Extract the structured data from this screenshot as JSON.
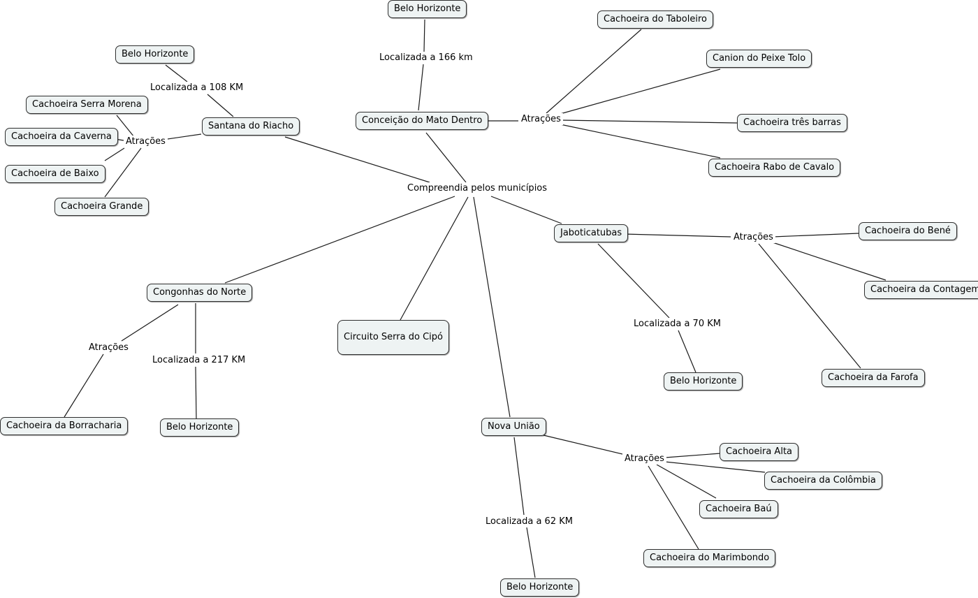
{
  "nodes": {
    "root": "Circuito Serra do Cipó",
    "santana": "Santana do Riacho",
    "santana_bh": "Belo Horizonte",
    "santana_a1": "Cachoeira Serra Morena",
    "santana_a2": "Cachoeira da Caverna",
    "santana_a3": "Cachoeira de Baixo",
    "santana_a4": "Cachoeira Grande",
    "conceicao": "Conceição do Mato Dentro",
    "conceicao_bh": "Belo Horizonte",
    "conceicao_a1": "Cachoeira do Taboleiro",
    "conceicao_a2": "Canion do Peixe Tolo",
    "conceicao_a3": "Cachoeira três barras",
    "conceicao_a4": "Cachoeira Rabo de Cavalo",
    "jaboticatubas": "Jaboticatubas",
    "jaboticatubas_bh": "Belo Horizonte",
    "jaboticatubas_a1": "Cachoeira do Bené",
    "jaboticatubas_a2": "Cachoeira da Contagem",
    "jaboticatubas_a3": "Cachoeira da Farofa",
    "congonhas": "Congonhas do Norte",
    "congonhas_bh": "Belo Horizonte",
    "congonhas_a1": "Cachoeira da Borracharia",
    "novauniao": "Nova União",
    "novauniao_bh": "Belo Horizonte",
    "novauniao_a1": "Cachoeira Alta",
    "novauniao_a2": "Cachoeira da Colômbia",
    "novauniao_a3": "Cachoeira Baú",
    "novauniao_a4": "Cachoeira do Marimbondo"
  },
  "links": {
    "root_link": "Compreendia pelos municípios",
    "santana_dist": "Localizada a 108 KM",
    "santana_attr": "Atrações",
    "conceicao_dist": "Localizada a 166 km",
    "conceicao_attr": "Atrações",
    "jaboticatubas_dist": "Localizada a 70 KM",
    "jaboticatubas_attr": "Atrações",
    "congonhas_dist": "Localizada a 217 KM",
    "congonhas_attr": "Atrações",
    "novauniao_dist": "Localizada a 62 KM",
    "novauniao_attr": "Atrações"
  }
}
